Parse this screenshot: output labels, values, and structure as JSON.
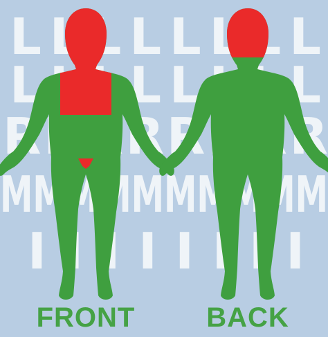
{
  "background_color": "#b8cde3",
  "colors": {
    "body": "#3f9f3f",
    "highlight": "#ea2a2a",
    "label": "#45a245",
    "letter": "#ffffff"
  },
  "background_letters": {
    "row1": "L L L L L L L L",
    "row2": "L L L L L L L L",
    "row3": "R R R R R R R R",
    "row4": "MMMMMMMMMM",
    "row5": "I I I I I I I I"
  },
  "views": {
    "front_label": "FRONT",
    "back_label": "BACK"
  }
}
